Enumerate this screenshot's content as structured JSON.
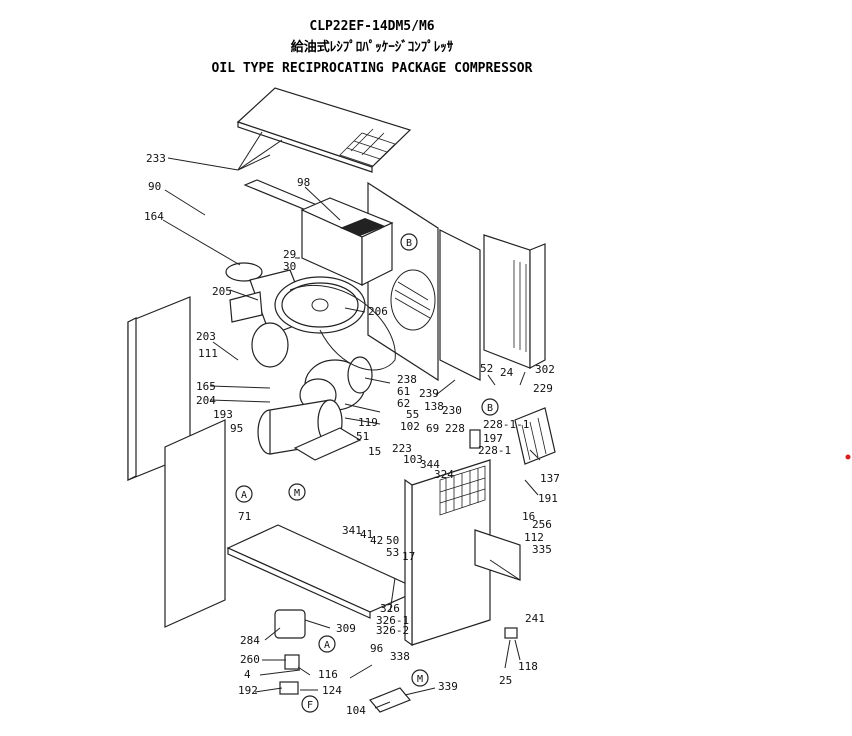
{
  "title": {
    "line1": "CLP22EF-14DM5/M6",
    "line2": "給油式ﾚｼﾌﾟﾛﾊﾟｯｹｰｼﾞｺﾝﾌﾟﾚｯｻ",
    "line3": "OIL TYPE RECIPROCATING PACKAGE COMPRESSOR"
  },
  "part_labels": {
    "p233": "233",
    "p90": "90",
    "p164": "164",
    "p98": "98",
    "p29": "29",
    "p30": "30",
    "p205": "205",
    "p206": "206",
    "p203": "203",
    "p111": "111",
    "p165": "165",
    "p204": "204",
    "p193": "193",
    "p95": "95",
    "p238": "238",
    "p61": "61",
    "p62": "62",
    "p55": "55",
    "p102": "102",
    "p119": "119",
    "p51": "51",
    "p239": "239",
    "p138": "138",
    "p230": "230",
    "p52": "52",
    "p24": "24",
    "p302": "302",
    "p229": "229",
    "p228_1_1": "228-1-1",
    "p197": "197",
    "p228_1": "228-1",
    "p137": "137",
    "p191": "191",
    "p69": "69",
    "p228": "228",
    "p223": "223",
    "p15": "15",
    "p103": "103",
    "p344": "344",
    "p324": "324",
    "p16": "16",
    "p256": "256",
    "p112": "112",
    "p335": "335",
    "p71": "71",
    "p341": "341",
    "p41": "41",
    "p42": "42",
    "p50": "50",
    "p53": "53",
    "p17": "17",
    "p241": "241",
    "p326": "326",
    "p326_1": "326-1",
    "p326_2": "326-2",
    "p284": "284",
    "p309": "309",
    "p260": "260",
    "p4": "4",
    "p116": "116",
    "p96": "96",
    "p338": "338",
    "p192": "192",
    "p124": "124",
    "p104": "104",
    "p339": "339",
    "p25": "25",
    "p118": "118"
  },
  "callouts": {
    "A": "A",
    "M": "M",
    "B": "B",
    "F": "F"
  }
}
